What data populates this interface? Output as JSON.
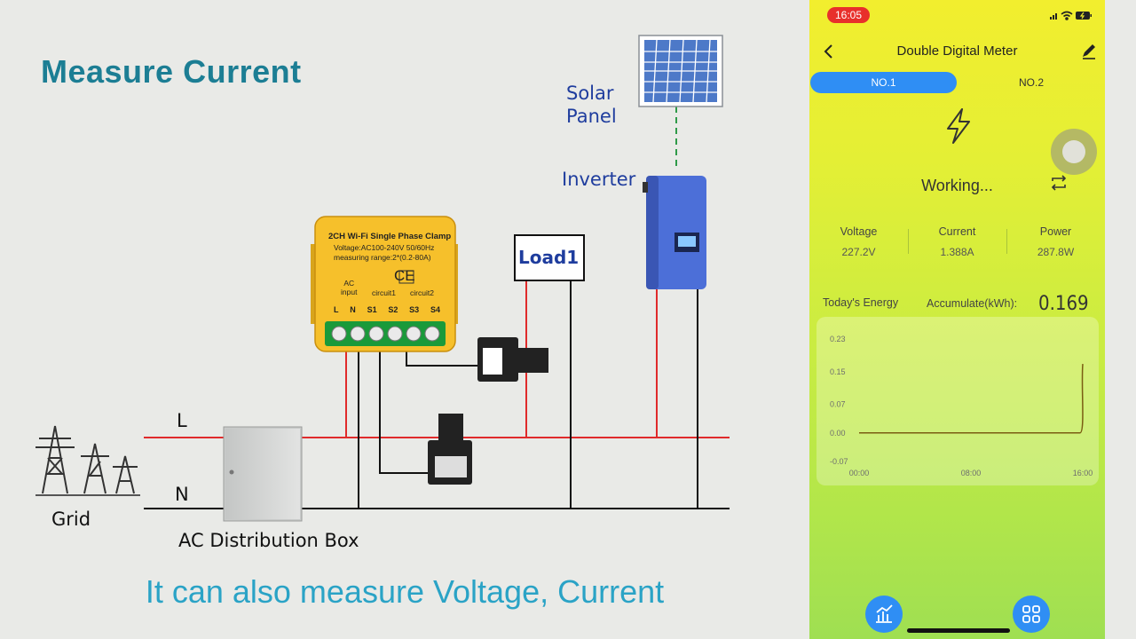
{
  "slide": {
    "title": "Measure Current",
    "caption": "It can also measure Voltage, Current",
    "labels": {
      "solar": [
        "Solar",
        "Panel"
      ],
      "inverter": "Inverter",
      "load": "Load1",
      "grid": "Grid",
      "ac_box": "AC Distribution Box",
      "line_l": "L",
      "line_n": "N"
    },
    "device": {
      "title": "2CH Wi-Fi Single Phase Clamp",
      "spec1": "Voltage:AC100-240V 50/60Hz",
      "spec2": "measuring range:2*(0.2-80A)",
      "ce": "CE",
      "ac_input": [
        "AC",
        "input"
      ],
      "circuit1": "circuit1",
      "circuit2": "circuit2",
      "terminals": [
        "L",
        "N",
        "S1",
        "S2",
        "S3",
        "S4"
      ]
    },
    "colors": {
      "title": "#1c7e94",
      "caption": "#2aa3c6",
      "live_wire": "#e02b2b",
      "neutral_wire": "#111111",
      "dc_link": "#2e9a48"
    }
  },
  "app": {
    "status_time": "16:05",
    "title": "Double Digital Meter",
    "tabs": [
      {
        "label": "NO.1",
        "active": true
      },
      {
        "label": "NO.2",
        "active": false
      }
    ],
    "status": "Working...",
    "metrics": [
      {
        "label": "Voltage",
        "value": "227.2V"
      },
      {
        "label": "Current",
        "value": "1.388A"
      },
      {
        "label": "Power",
        "value": "287.8W"
      }
    ],
    "energy_label": "Today's Energy",
    "accumulate_label": "Accumulate(kWh):",
    "accumulate_value": "0.169",
    "icons": [
      "back-arrow-icon",
      "edit-pencil-icon",
      "lightning-icon",
      "refresh-icon",
      "stats-chart-icon",
      "grid-apps-icon"
    ],
    "colors": {
      "tab_active": "#2f8ef4",
      "line": "#7a5c12"
    }
  },
  "chart_data": {
    "type": "line",
    "x_ticks": [
      "00:00",
      "08:00",
      "16:00"
    ],
    "y_ticks": [
      "0.23",
      "0.15",
      "0.07",
      "0.00",
      "-0.07"
    ],
    "ylim": [
      -0.07,
      0.23
    ],
    "x_hours": [
      0,
      8,
      15.8,
      16.0
    ],
    "values": [
      0.0,
      0.0,
      0.0,
      0.169
    ],
    "xlabel": "",
    "ylabel": "",
    "grid": false
  }
}
